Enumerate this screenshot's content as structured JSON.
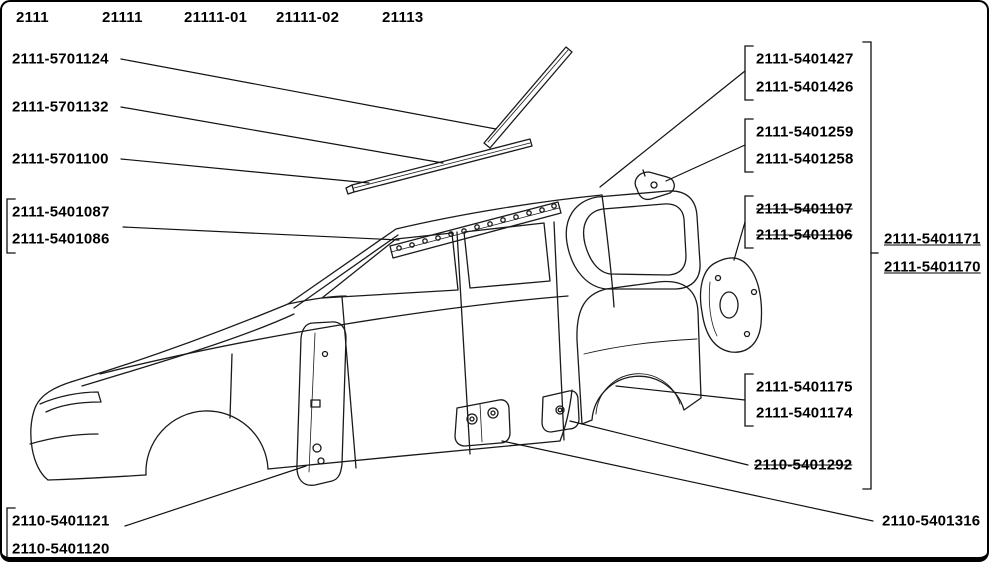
{
  "header": {
    "model_codes": [
      "2111",
      "21111",
      "21111-01",
      "21111-02",
      "21113"
    ]
  },
  "callouts": {
    "left": [
      "2111-5701124",
      "2111-5701132",
      "2111-5701100"
    ],
    "left_pair_rail": [
      "2111-5401087",
      "2111-5401086"
    ],
    "left_pair_pillar": [
      "2110-5401121",
      "2110-5401120"
    ],
    "right_pair_window_frame": [
      "2111-5401427",
      "2111-5401426"
    ],
    "right_pair_bracket": [
      "2111-5401259",
      "2111-5401258"
    ],
    "right_pair_arch_old": [
      "2111-5401107",
      "2111-5401106"
    ],
    "right_pair_arch_new": [
      "2111-5401171",
      "2111-5401170"
    ],
    "right_pair_quarter": [
      "2111-5401175",
      "2111-5401174"
    ],
    "floor_bracket_old": "2110-5401292",
    "floor_bracket_new": "2110-5401316"
  },
  "colors": {
    "line": "#1a1a1a",
    "text": "#000000",
    "background": "#ffffff"
  }
}
